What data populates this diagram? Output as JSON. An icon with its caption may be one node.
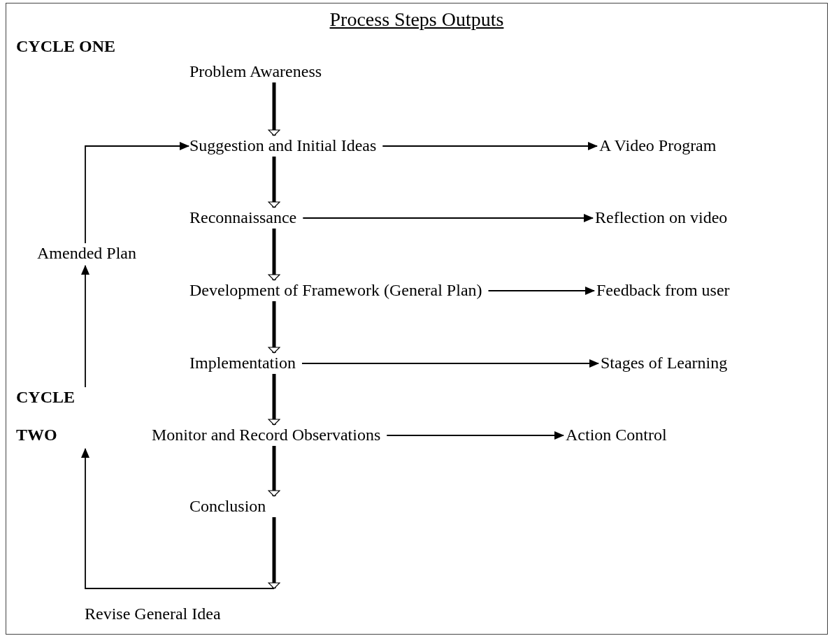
{
  "diagram": {
    "title": "Process Steps Outputs",
    "nodes": [
      {
        "text": [
          "Problem Awareness"
        ]
      },
      {
        "text": [
          "Suggestion and Initial Ideas"
        ]
      },
      {
        "text": [
          "Reconnaissance"
        ]
      },
      {
        "text": [
          "Development of Framework (General Plan)"
        ]
      },
      {
        "text": [
          "Implementation"
        ]
      },
      {
        "text": [
          "Monitor and Record Observations"
        ]
      },
      {
        "text": [
          "Conclusion"
        ]
      },
      {
        "text": [
          "A Video Program"
        ]
      },
      {
        "text": [
          "Reflection on video"
        ]
      },
      {
        "text": [
          "Feedback from user"
        ]
      },
      {
        "text": [
          "Stages of Learning"
        ]
      },
      {
        "text": [
          "Action Control"
        ]
      },
      {
        "text": [
          "Revise General Idea"
        ]
      },
      {
        "text": [
          "CYCLE",
          "TWO"
        ]
      },
      {
        "text": [
          "Amended Plan"
        ]
      }
    ],
    "edges": [
      {
        "from": 0,
        "to": 1,
        "arrow": "to",
        "style": "thick"
      },
      {
        "from": 1,
        "to": 2,
        "arrow": "to",
        "style": "thick"
      },
      {
        "from": 2,
        "to": 3,
        "arrow": "to",
        "style": "thick"
      },
      {
        "from": 3,
        "to": 4,
        "arrow": "to",
        "style": "thick"
      },
      {
        "from": 4,
        "to": 5,
        "arrow": "to",
        "style": "thick"
      },
      {
        "from": 5,
        "to": 6,
        "arrow": "to",
        "style": "thick"
      },
      {
        "from": 6,
        "to": 12,
        "arrow": "to",
        "style": "thick"
      },
      {
        "from": 1,
        "to": 7,
        "arrow": "to"
      },
      {
        "from": 2,
        "to": 8,
        "arrow": "to"
      },
      {
        "from": 3,
        "to": 9,
        "arrow": "to"
      },
      {
        "from": 4,
        "to": 10,
        "arrow": "to"
      },
      {
        "from": 5,
        "to": 11,
        "arrow": "to"
      },
      {
        "from": 12,
        "to": 13,
        "arrow": "to"
      },
      {
        "from": 13,
        "to": 14,
        "arrow": "to"
      },
      {
        "from": 14,
        "to": 1,
        "arrow": "to"
      }
    ],
    "labels": [
      "CYCLE ONE"
    ]
  }
}
